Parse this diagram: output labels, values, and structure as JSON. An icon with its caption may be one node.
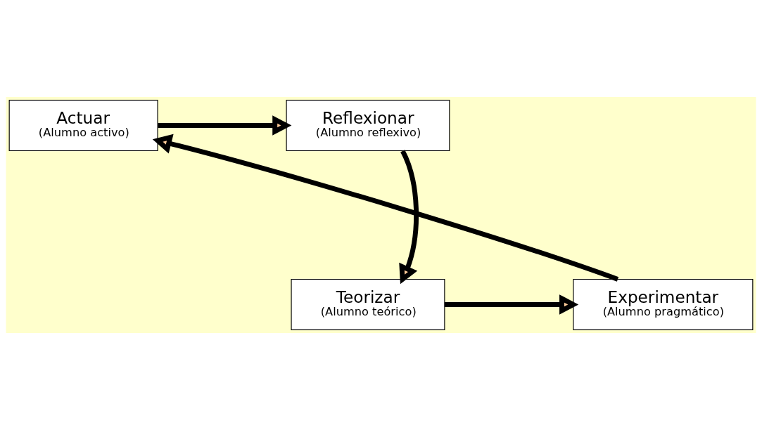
{
  "diagram": {
    "nodes": [
      {
        "text": [
          "Actuar",
          "(Alumno activo)"
        ]
      },
      {
        "text": [
          "Reflexionar",
          "(Alumno reflexivo)"
        ]
      },
      {
        "text": [
          "Teorizar",
          "(Alumno teórico)"
        ]
      },
      {
        "text": [
          "Experimentar",
          "(Alumno pragmático)"
        ]
      }
    ],
    "edges": [
      {
        "from": 0,
        "to": 1,
        "arrow": "to"
      },
      {
        "from": 1,
        "to": 2,
        "arrow": "to"
      },
      {
        "from": 2,
        "to": 3,
        "arrow": "to"
      },
      {
        "from": 3,
        "to": 0,
        "arrow": "to"
      }
    ]
  }
}
